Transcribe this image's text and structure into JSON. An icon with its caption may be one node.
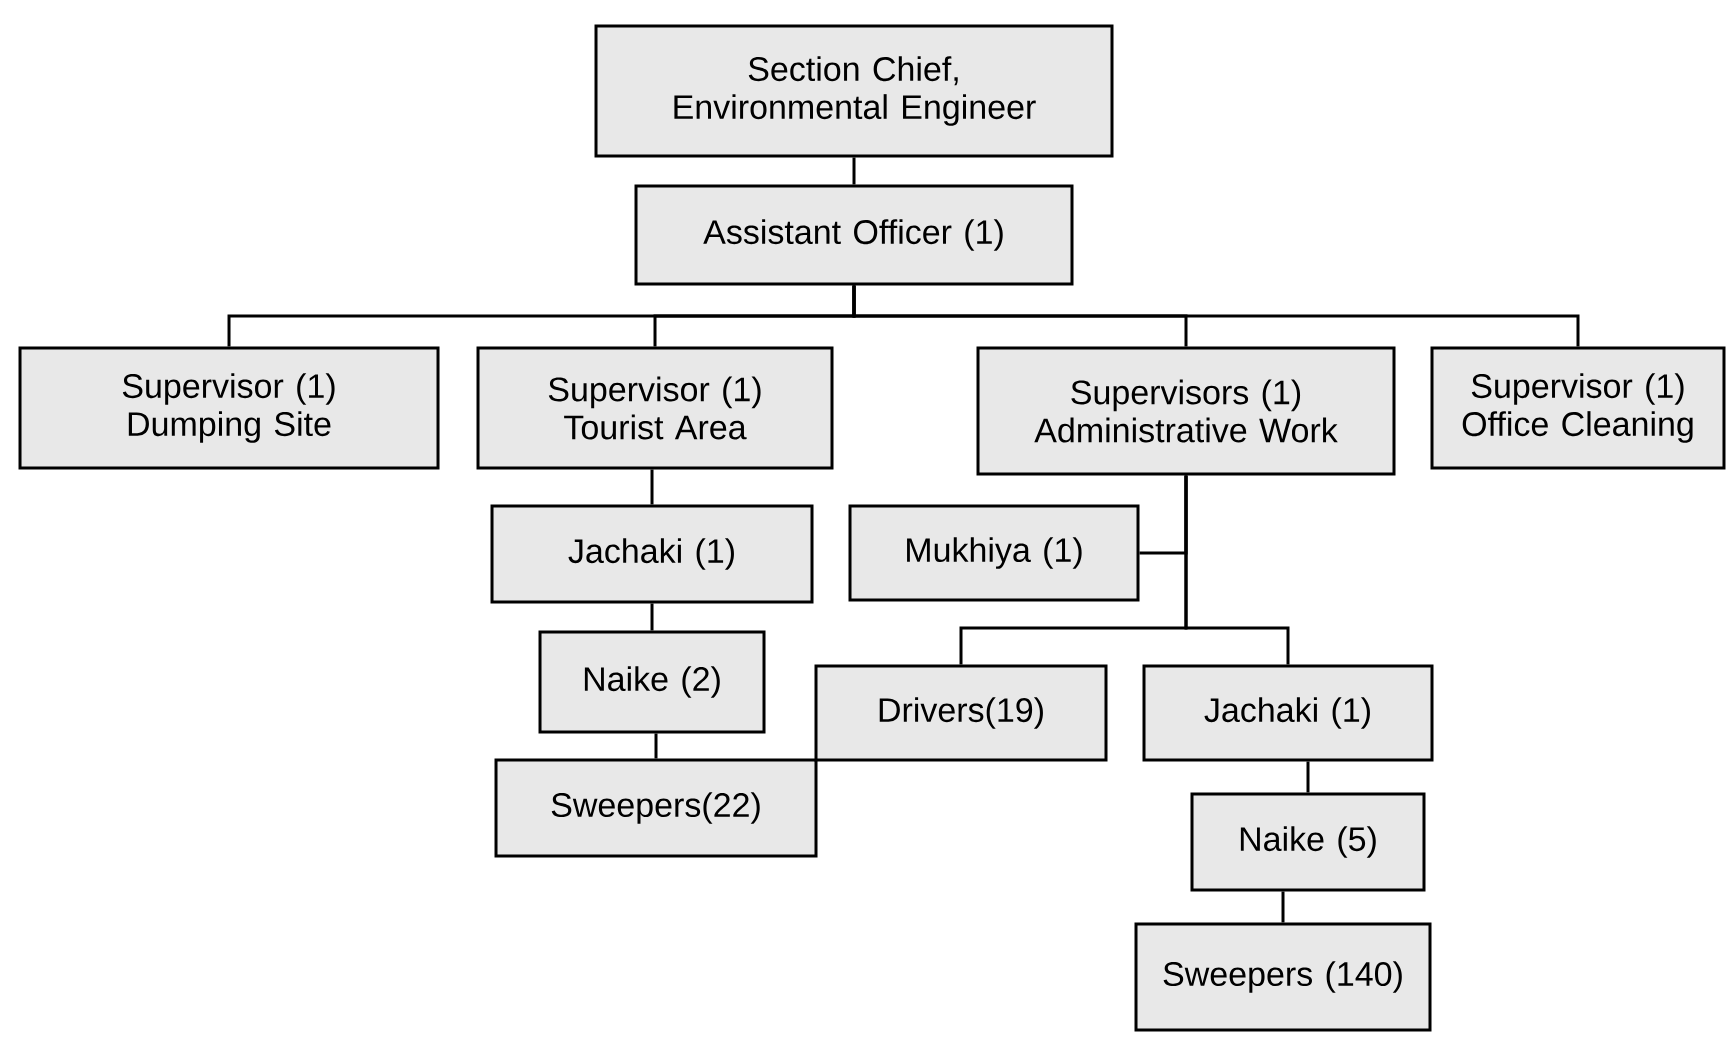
{
  "diagram": {
    "nodes": [
      {
        "text": [
          "Section Chief, Environmental Engineer"
        ]
      },
      {
        "text": [
          "Assistant Officer (1)"
        ]
      },
      {
        "text": [
          "Supervisor (1) Dumping Site"
        ]
      },
      {
        "text": [
          "Supervisor (1) Tourist Area"
        ]
      },
      {
        "text": [
          "Supervisors (1) Administrative Work"
        ]
      },
      {
        "text": [
          "Supervisor (1) Office Cleaning"
        ]
      },
      {
        "text": [
          "Jachaki (1)"
        ]
      },
      {
        "text": [
          "Naike (2)"
        ]
      },
      {
        "text": [
          "Sweepers(22)"
        ]
      },
      {
        "text": [
          "Mukhiya (1)"
        ]
      },
      {
        "text": [
          "Drivers(19)"
        ]
      },
      {
        "text": [
          "Jachaki (1)"
        ]
      },
      {
        "text": [
          "Naike (5)"
        ]
      },
      {
        "text": [
          "Sweepers (140)"
        ]
      }
    ],
    "edges": [
      {
        "from": 0,
        "to": 1,
        "arrow": "none"
      },
      {
        "from": 1,
        "to": 2,
        "arrow": "none"
      },
      {
        "from": 1,
        "to": 3,
        "arrow": "none"
      },
      {
        "from": 1,
        "to": 4,
        "arrow": "none"
      },
      {
        "from": 1,
        "to": 5,
        "arrow": "none"
      },
      {
        "from": 3,
        "to": 6,
        "arrow": "none"
      },
      {
        "from": 6,
        "to": 7,
        "arrow": "none"
      },
      {
        "from": 7,
        "to": 8,
        "arrow": "none"
      },
      {
        "from": 4,
        "to": 9,
        "arrow": "none"
      },
      {
        "from": 4,
        "to": 10,
        "arrow": "none"
      },
      {
        "from": 4,
        "to": 11,
        "arrow": "none"
      },
      {
        "from": 11,
        "to": 12,
        "arrow": "none"
      },
      {
        "from": 12,
        "to": 13,
        "arrow": "none"
      }
    ]
  }
}
